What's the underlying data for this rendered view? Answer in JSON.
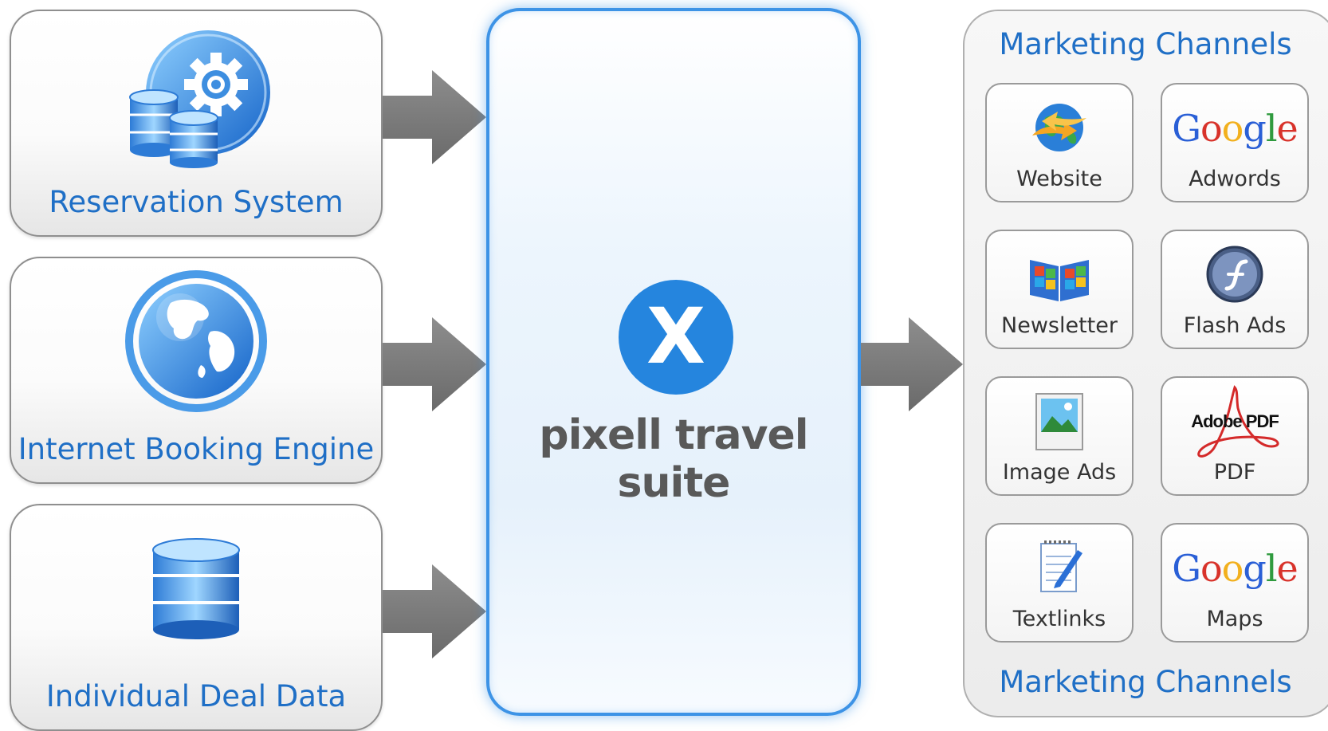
{
  "sources": [
    {
      "label": "Reservation System",
      "icon": "gear-database-icon"
    },
    {
      "label": "Internet Booking Engine",
      "icon": "globe-icon"
    },
    {
      "label": "Individual Deal Data",
      "icon": "database-icon"
    }
  ],
  "center": {
    "logo_letter": "X",
    "brand": "pixell travel suite",
    "logo_color": "#2585de"
  },
  "marketing": {
    "title_top": "Marketing Channels",
    "title_bottom": "Marketing Channels",
    "channels": [
      {
        "label": "Website",
        "icon": "globe-arrows-icon"
      },
      {
        "label": "Adwords",
        "icon": "google-logo-icon",
        "logo_text": "Google"
      },
      {
        "label": "Newsletter",
        "icon": "newsletter-book-icon"
      },
      {
        "label": "Flash Ads",
        "icon": "flash-icon"
      },
      {
        "label": "Image Ads",
        "icon": "image-icon"
      },
      {
        "label": "PDF",
        "icon": "adobe-pdf-icon",
        "logo_text": "Adobe PDF"
      },
      {
        "label": "Textlinks",
        "icon": "notepad-pen-icon"
      },
      {
        "label": "Maps",
        "icon": "google-logo-icon",
        "logo_text": "Google"
      }
    ]
  },
  "colors": {
    "accent_blue": "#1f6fc6",
    "arrow_gray": "#7a7a7a",
    "center_border": "#3d93e6"
  }
}
